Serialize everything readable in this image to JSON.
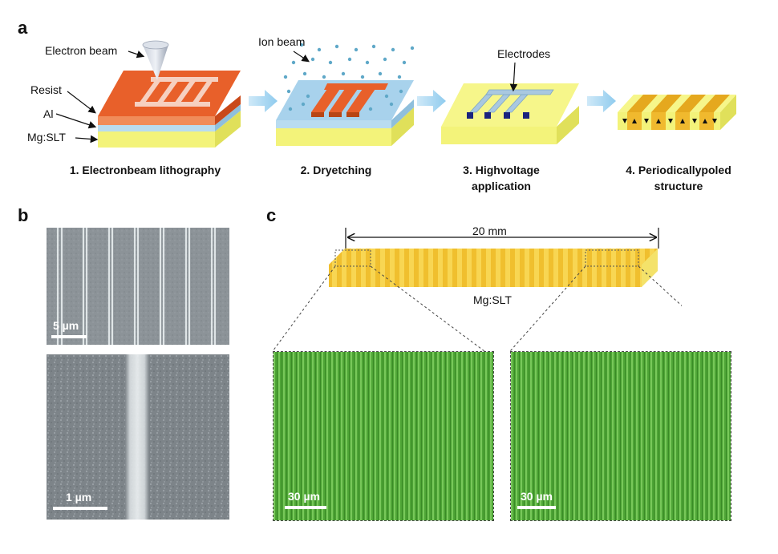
{
  "panels": {
    "a": "a",
    "b": "b",
    "c": "c"
  },
  "panel_a": {
    "labels": {
      "electron_beam": "Electron beam",
      "resist": "Resist",
      "al": "Al",
      "mgslt": "Mg:SLT",
      "ion_beam": "Ion beam",
      "electrodes": "Electrodes"
    },
    "steps": [
      {
        "line1": "1. Electronbeam lithography",
        "line2": ""
      },
      {
        "line1": "2. Dryetching",
        "line2": ""
      },
      {
        "line1": "3. Highvoltage",
        "line2": "application"
      },
      {
        "line1": "4. Periodicallypoled",
        "line2": "structure"
      }
    ],
    "colors": {
      "resist": "#e8602a",
      "al": "#a9d3ec",
      "substrate": "#f3f37a",
      "substrate_side": "#e2e25a",
      "arrow": "#a9d8f2"
    }
  },
  "panel_b": {
    "top_scale": "5 µm",
    "bottom_scale": "1 µm"
  },
  "panel_c": {
    "length_label": "20 mm",
    "crystal_label": "Mg:SLT",
    "left_scale": "30 µm",
    "right_scale": "30 µm",
    "colors": {
      "domain": "#57b33a",
      "crystal": "#f1c232"
    }
  }
}
